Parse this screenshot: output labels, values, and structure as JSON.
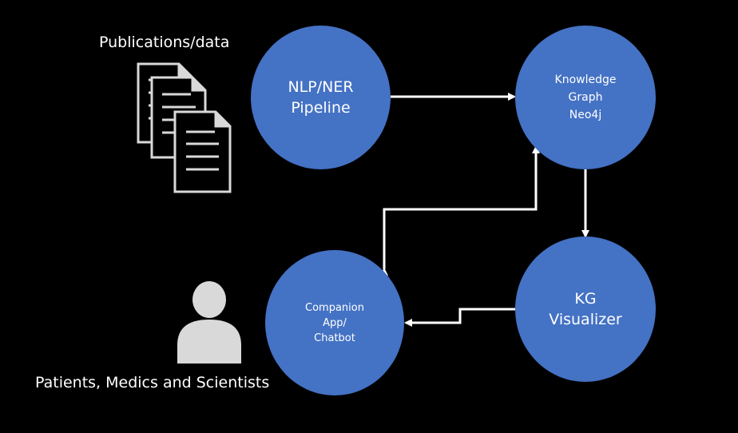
{
  "nodes": {
    "nlp_pipeline": {
      "lines": [
        "NLP/NER",
        "Pipeline"
      ]
    },
    "knowledge_graph": {
      "lines": [
        "Knowledge",
        "Graph",
        "Neo4j"
      ]
    },
    "kg_visualizer": {
      "lines": [
        "KG",
        "Visualizer"
      ]
    },
    "companion_app": {
      "lines": [
        "Companion",
        "App/",
        "Chatbot"
      ]
    }
  },
  "captions": {
    "publications": "Publications/data",
    "users": "Patients, Medics and Scientists"
  },
  "icons": {
    "documents": "document-stack-icon",
    "users": "person-icon"
  },
  "colors": {
    "background": "#000000",
    "node_fill": "#4472C4",
    "arrow": "#FFFFFF",
    "icon_fill": "#D9D9D9"
  }
}
